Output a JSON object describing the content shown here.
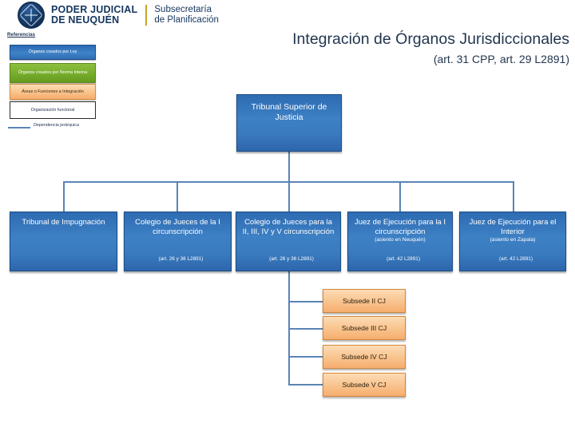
{
  "header": {
    "org_line1": "PODER JUDICIAL",
    "org_line2": "DE NEUQUÉN",
    "sub_line1": "Subsecretaría",
    "sub_line2": "de Planificación"
  },
  "title": {
    "main": "Integración de Órganos Jurisdiccionales",
    "sub": "(art. 31 CPP, art. 29 L2891)"
  },
  "legend": {
    "heading": "Referencias",
    "items": [
      {
        "label": "Órganos creados por Ley",
        "color": "#3f83c6"
      },
      {
        "label": "Órganos creados por Norma Interna",
        "color": "#76ad2c"
      },
      {
        "label": "Áreas o Funciones a Integración",
        "color": "#f9c38c"
      },
      {
        "label": "Organización funcional",
        "color": "#ffffff"
      }
    ],
    "line_label": "Dependencia jerárquica",
    "line_color": "#5a84b5"
  },
  "chart": {
    "root": {
      "title": "Tribunal Superior de Justicia",
      "type": "ley"
    },
    "level2": [
      {
        "title": "Tribunal de Impugnación",
        "subtitle": "",
        "article": "",
        "type": "ley"
      },
      {
        "title": "Colegio de Jueces de la I circunscripción",
        "subtitle": "",
        "article": "(art. 26 y 36 L2891)",
        "type": "ley"
      },
      {
        "title": "Colegio de Jueces para la II, III, IV y V circunscripción",
        "subtitle": "",
        "article": "(art. 26 y 36 L2891)",
        "type": "ley"
      },
      {
        "title": "Juez de Ejecución para la I circunscripción",
        "subtitle": "(asiento en Neuquén)",
        "article": "(art. 42 L2891)",
        "type": "ley"
      },
      {
        "title": "Juez de Ejecución para el Interior",
        "subtitle": "(asiento en Zapala)",
        "article": "(art. 42 L2891)",
        "type": "ley"
      }
    ],
    "subsedes": [
      {
        "label": "Subsede II CJ",
        "type": "area"
      },
      {
        "label": "Subsede III CJ",
        "type": "area"
      },
      {
        "label": "Subsede IV CJ",
        "type": "area"
      },
      {
        "label": "Subsede V CJ",
        "type": "area"
      }
    ]
  }
}
